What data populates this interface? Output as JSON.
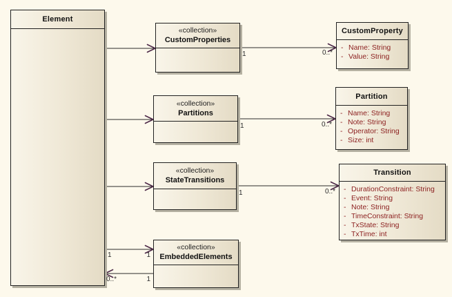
{
  "ui": {
    "attr_bullet": "-"
  },
  "colors": {
    "background": "#fdf9ec",
    "box_fill_light": "#f9f5e9",
    "box_fill_dark": "#e4dbc5",
    "box_border": "#1f1f1f",
    "attribute_text": "#8b1e1e",
    "connector_line": "#2a2a2a",
    "arrowhead": "#4c2847",
    "shadow": "#b5b1a2"
  },
  "classes": {
    "element": {
      "name": "Element"
    },
    "custom_properties": {
      "stereotype": "«collection»",
      "name": "CustomProperties"
    },
    "partitions": {
      "stereotype": "«collection»",
      "name": "Partitions"
    },
    "state_transitions": {
      "stereotype": "«collection»",
      "name": "StateTransitions"
    },
    "embedded_elements": {
      "stereotype": "«collection»",
      "name": "EmbeddedElements"
    },
    "custom_property": {
      "name": "CustomProperty",
      "attributes": [
        "Name:  String",
        "Value:  String"
      ]
    },
    "partition": {
      "name": "Partition",
      "attributes": [
        "Name:  String",
        "Note:  String",
        "Operator:  String",
        "Size:  int"
      ]
    },
    "transition": {
      "name": "Transition",
      "attributes": [
        "DurationConstraint:  String",
        "Event:  String",
        "Note:  String",
        "TimeConstraint:  String",
        "TxState:  String",
        "TxTime:  int"
      ]
    }
  },
  "multiplicities": {
    "custom_properties_source": "1",
    "custom_properties_target": "0..*",
    "partitions_source": "1",
    "partitions_target": "0..*",
    "state_transitions_source": "1",
    "state_transitions_target": "0..*",
    "embedded_out_near_element": "1",
    "embedded_out_near_collection": "1",
    "embedded_back_near_element": "0..*",
    "embedded_back_near_collection": "1"
  }
}
